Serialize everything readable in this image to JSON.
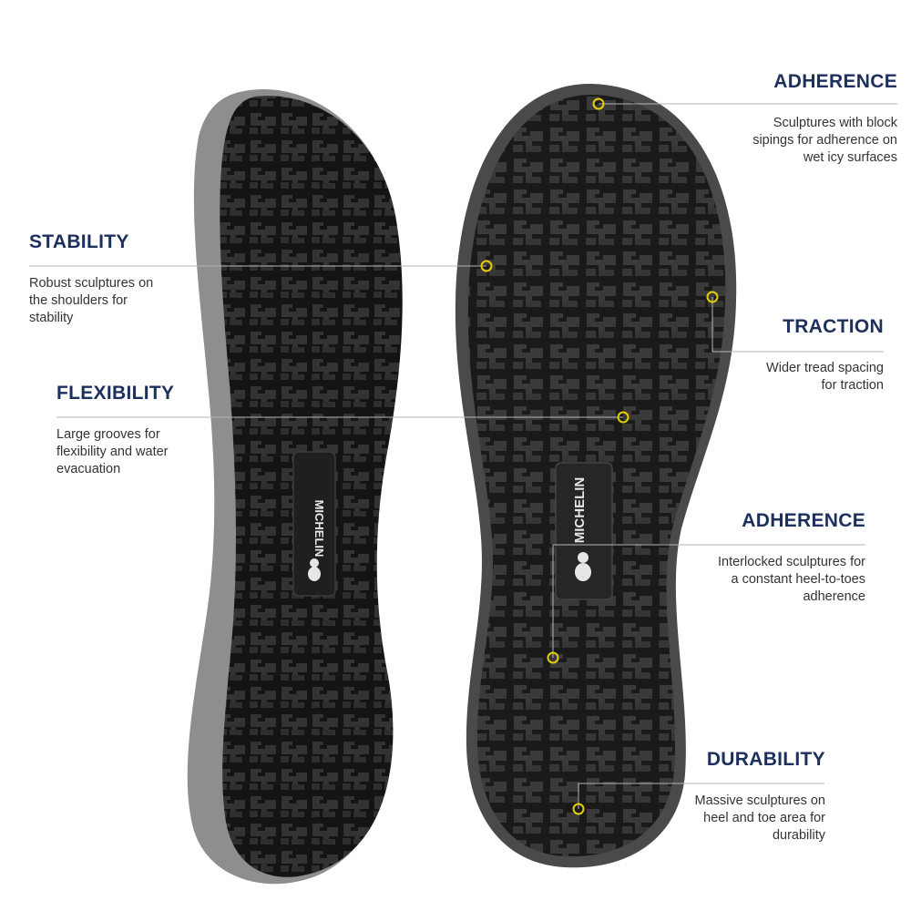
{
  "brand": {
    "logo_text": "MICHELIN",
    "accent_color": "#e4d000",
    "title_color": "#1d2f5c",
    "line_color": "#b5b5b5",
    "sole_color": "#2a2a2a",
    "midsole_color": "#8d8d8d"
  },
  "callouts": [
    {
      "id": "adherence-top",
      "title": "ADHERENCE",
      "lines": [
        "Sculptures with block",
        "sipings for adherence on",
        "wet icy surfaces"
      ]
    },
    {
      "id": "stability",
      "title": "STABILITY",
      "lines": [
        "Robust sculptures on",
        "the shoulders for",
        "stability"
      ]
    },
    {
      "id": "traction",
      "title": "TRACTION",
      "lines": [
        "Wider tread spacing",
        "for traction"
      ]
    },
    {
      "id": "flexibility",
      "title": "FLEXIBILITY",
      "lines": [
        "Large grooves for",
        "flexibility and water",
        "evacuation"
      ]
    },
    {
      "id": "adherence-mid",
      "title": "ADHERENCE",
      "lines": [
        "Interlocked sculptures for",
        "a constant heel-to-toes",
        "adherence"
      ]
    },
    {
      "id": "durability",
      "title": "DURABILITY",
      "lines": [
        "Massive sculptures on",
        "heel and toe area for",
        "durability"
      ]
    }
  ]
}
